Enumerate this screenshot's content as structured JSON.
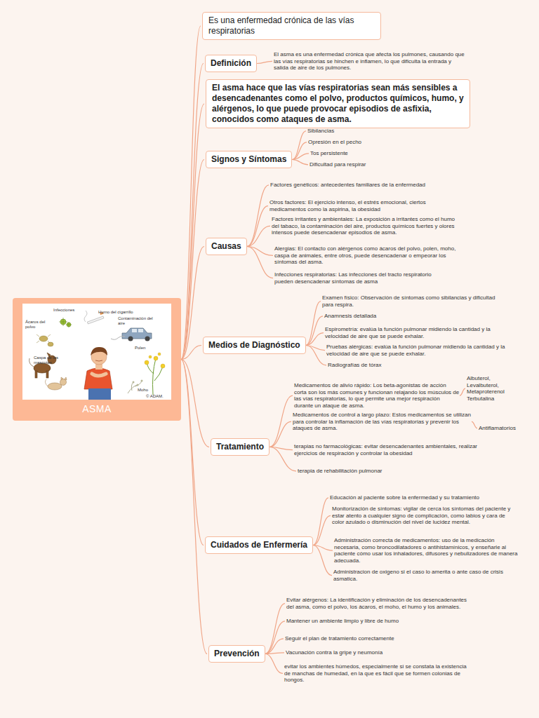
{
  "diagram": {
    "nodes": [
      {
        "text": [
          "ASMA"
        ]
      },
      {
        "text": [
          "Es una enfermedad crónica de las vías respiratorias"
        ]
      },
      {
        "text": [
          "Definición"
        ]
      },
      {
        "text": [
          "El asma es una enfermedad crónica que afecta los pulmones, causando que las vías respiratorias se hinchen e inflamen, lo que dificulta la entrada y salida de aire de los pulmones."
        ]
      },
      {
        "text": [
          "El asma hace que las vías respiratorias sean más sensibles a desencadenantes como el polvo, productos químicos, humo, y alérgenos, lo que puede provocar episodios de asfixia, conocidos como ataques de asma."
        ]
      },
      {
        "text": [
          "Signos y Síntomas"
        ]
      },
      {
        "text": [
          "Sibilancias"
        ]
      },
      {
        "text": [
          "Opresión en el pecho"
        ]
      },
      {
        "text": [
          "Tos persistente"
        ]
      },
      {
        "text": [
          "Dificultad para respirar"
        ]
      },
      {
        "text": [
          "Causas"
        ]
      },
      {
        "text": [
          "Factores genéticos: antecedentes familiares de la enfermedad"
        ]
      },
      {
        "text": [
          "Otros factores: El ejercicio intenso, el estrés emocional, ciertos medicamentos como la aspirina, la obesidad"
        ]
      },
      {
        "text": [
          "Factores irritantes y ambientales: La exposición a irritantes como el humo del tabaco, la contaminación del aire, productos químicos fuertes y olores intensos puede desencadenar episodios de asma."
        ]
      },
      {
        "text": [
          "Alergias: El contacto con alérgenos como ácaros del polvo, polen, moho, caspa de animales, entre otros, puede desencadenar o empeorar los síntomas del asma."
        ]
      },
      {
        "text": [
          "Infecciones respiratorias: Las infecciones del tracto respiratorio pueden desencadenar síntomas de asma"
        ]
      },
      {
        "text": [
          "Medios de Diagnóstico"
        ]
      },
      {
        "text": [
          "Examen físico: Observación de síntomas como sibilancias y dificultad para respira."
        ]
      },
      {
        "text": [
          "Anamnesis detallada"
        ]
      },
      {
        "text": [
          "Espirometría: evalúa la función pulmonar midiendo la cantidad y la velocidad de aire que se puede exhalar."
        ]
      },
      {
        "text": [
          "Pruebas alérgicas: evalúa la función pulmonar midiendo la cantidad y la velocidad de aire que se puede exhalar."
        ]
      },
      {
        "text": [
          "Radiografías de tórax"
        ]
      },
      {
        "text": [
          "Tratamiento"
        ]
      },
      {
        "text": [
          "Medicamentos de alivio rápido: Los beta-agonistas de acción corta son los más comunes y funcionan relajando los músculos de las vías respiratorias, lo que permite una mejor respiración durante un ataque de asma."
        ]
      },
      {
        "text": [
          "Medicamentos de control a largo plazo: Estos medicamentos se utilizan para controlar la inflamación de las vías respiratorias y prevenir los ataques de asma."
        ]
      },
      {
        "text": [
          "terapias no farmacológicas: evitar desencadenantes ambientales, realizar ejercicios de respiración y controlar la obesidad"
        ]
      },
      {
        "text": [
          "terapia de rehabilitación pulmonar"
        ]
      },
      {
        "text": [
          "Albuterol, Levalbuterol, Metaproterenol Terbutalina"
        ]
      },
      {
        "text": [
          "Antiflamatorios"
        ]
      },
      {
        "text": [
          "Cuidados de Enfermería"
        ]
      },
      {
        "text": [
          "Educación al paciente sobre la enfermedad y su tratamiento"
        ]
      },
      {
        "text": [
          "Monitorización de síntomas: vigilar de cerca los síntomas del paciente y estar atento a cualquier signo de complicación, como labios y cara de color azulado o disminución del nivel de lucidez mental."
        ]
      },
      {
        "text": [
          "Administración correcta de medicamentos: uso de la medicación necesaria, como broncodilatadores o antihistamínicos, y enseñarle al paciente cómo usar los inhaladores, difusores y nebulizadores de manera adecuada."
        ]
      },
      {
        "text": [
          "Administracion de oxigeno si el caso lo amerita o ante caso de crisis asmatica."
        ]
      },
      {
        "text": [
          "Prevención"
        ]
      },
      {
        "text": [
          "Evitar alérgenos: La identificación y eliminación de los desencadenantes del asma, como el polvo, los ácaros, el moho, el humo y los animales."
        ]
      },
      {
        "text": [
          "Mantener un ambiente limpio y libre de humo"
        ]
      },
      {
        "text": [
          "Seguir el plan de tratamiento correctamente"
        ]
      },
      {
        "text": [
          "Vacunación contra la gripe y neumonía"
        ]
      },
      {
        "text": [
          "evitar los ambientes húmedos, especialmente si se constata la existencia de manchas de humedad, en la que es fácil que se formen colonias de hongos."
        ]
      }
    ],
    "edges": [
      {
        "from": 0,
        "to": 1,
        "arrow": "none"
      },
      {
        "from": 0,
        "to": 2,
        "arrow": "none"
      },
      {
        "from": 0,
        "to": 4,
        "arrow": "none"
      },
      {
        "from": 0,
        "to": 5,
        "arrow": "none"
      },
      {
        "from": 0,
        "to": 10,
        "arrow": "none"
      },
      {
        "from": 0,
        "to": 16,
        "arrow": "none"
      },
      {
        "from": 0,
        "to": 22,
        "arrow": "none"
      },
      {
        "from": 0,
        "to": 29,
        "arrow": "none"
      },
      {
        "from": 0,
        "to": 34,
        "arrow": "none"
      },
      {
        "from": 2,
        "to": 3,
        "arrow": "none"
      },
      {
        "from": 5,
        "to": 6,
        "arrow": "none"
      },
      {
        "from": 5,
        "to": 7,
        "arrow": "none"
      },
      {
        "from": 5,
        "to": 8,
        "arrow": "none"
      },
      {
        "from": 5,
        "to": 9,
        "arrow": "none"
      },
      {
        "from": 10,
        "to": 11,
        "arrow": "none"
      },
      {
        "from": 10,
        "to": 12,
        "arrow": "none"
      },
      {
        "from": 10,
        "to": 13,
        "arrow": "none"
      },
      {
        "from": 10,
        "to": 14,
        "arrow": "none"
      },
      {
        "from": 10,
        "to": 15,
        "arrow": "none"
      },
      {
        "from": 16,
        "to": 17,
        "arrow": "none"
      },
      {
        "from": 16,
        "to": 18,
        "arrow": "none"
      },
      {
        "from": 16,
        "to": 19,
        "arrow": "none"
      },
      {
        "from": 16,
        "to": 20,
        "arrow": "none"
      },
      {
        "from": 16,
        "to": 21,
        "arrow": "none"
      },
      {
        "from": 22,
        "to": 23,
        "arrow": "none"
      },
      {
        "from": 22,
        "to": 24,
        "arrow": "none"
      },
      {
        "from": 22,
        "to": 25,
        "arrow": "none"
      },
      {
        "from": 22,
        "to": 26,
        "arrow": "none"
      },
      {
        "from": 23,
        "to": 27,
        "arrow": "none"
      },
      {
        "from": 24,
        "to": 28,
        "arrow": "none"
      },
      {
        "from": 29,
        "to": 30,
        "arrow": "none"
      },
      {
        "from": 29,
        "to": 31,
        "arrow": "none"
      },
      {
        "from": 29,
        "to": 32,
        "arrow": "none"
      },
      {
        "from": 29,
        "to": 33,
        "arrow": "none"
      },
      {
        "from": 34,
        "to": 35,
        "arrow": "none"
      },
      {
        "from": 34,
        "to": 36,
        "arrow": "none"
      },
      {
        "from": 34,
        "to": 37,
        "arrow": "none"
      },
      {
        "from": 34,
        "to": 38,
        "arrow": "none"
      },
      {
        "from": 34,
        "to": 39,
        "arrow": "none"
      }
    ],
    "labels": [
      "Infecciones",
      "Humo del cigarrillo",
      "Ácaros del polvo",
      "Contaminación del aire",
      "Caspa de las mascotas",
      "Polen",
      "Moho",
      "© ADAM."
    ]
  }
}
